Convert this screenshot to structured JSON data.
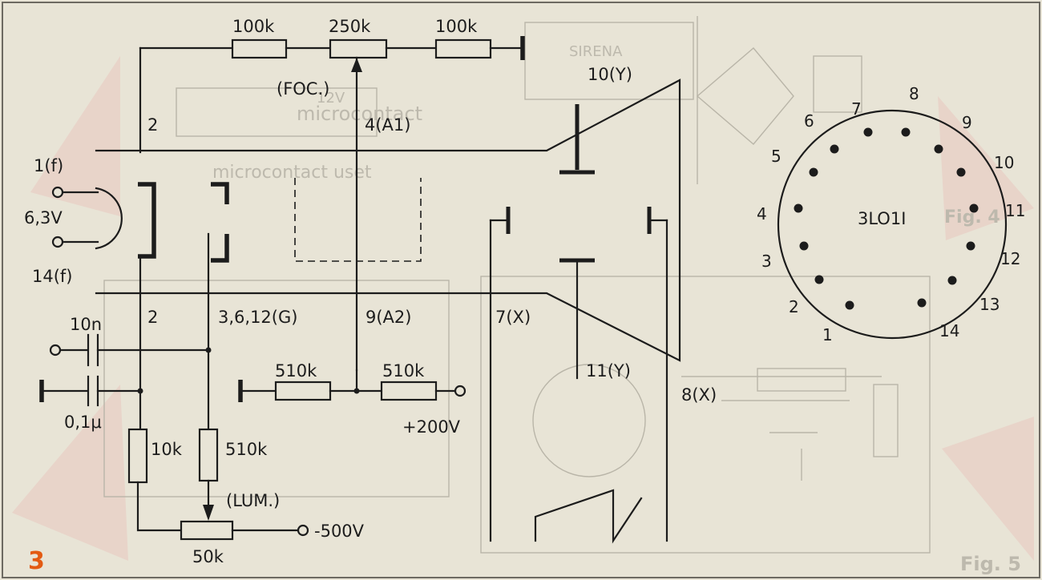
{
  "figure_number": "3",
  "labels": {
    "r_focus_left": "100k",
    "r_focus_pot": "250k",
    "r_focus_right": "100k",
    "focus": "(FOC.)",
    "a1": "4(A1)",
    "y1": "10(Y)",
    "pin2_top": "2",
    "filament_1": "1(f)",
    "filament_v": "6,3V",
    "filament_14": "14(f)",
    "cap_10n": "10n",
    "pin2_bottom": "2",
    "grid": "3,6,12(G)",
    "a2": "9(A2)",
    "x1": "7(X)",
    "y2": "11(Y)",
    "x2": "8(X)",
    "r_510k_left": "510k",
    "r_510k_right": "510k",
    "plus_200v": "+200V",
    "cap_01u": "0,1μ",
    "r_10k": "10k",
    "r_510k_vertical": "510k",
    "luminosity": "(LUM.)",
    "minus_500v": "-500V",
    "r_50k": "50k"
  },
  "socket": {
    "tube_name": "3LO1I",
    "pins": [
      "1",
      "2",
      "3",
      "4",
      "5",
      "6",
      "7",
      "8",
      "9",
      "10",
      "11",
      "12",
      "13",
      "14"
    ]
  },
  "background_text": {
    "microcontact": "microcontact",
    "microcontact_used": "microcontact  uset",
    "sirena": "SIRENA",
    "fig_4": "Fig. 4",
    "fig_5": "Fig. 5",
    "supply_12v": "12V"
  }
}
